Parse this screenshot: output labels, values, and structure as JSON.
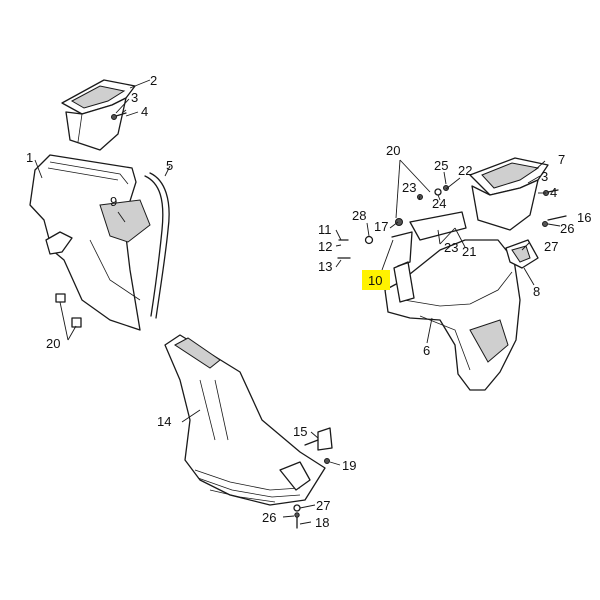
{
  "callouts": {
    "c1": "1",
    "c2": "2",
    "c3a": "3",
    "c3b": "3",
    "c4a": "4",
    "c4b": "4",
    "c5": "5",
    "c6": "6",
    "c7": "7",
    "c8": "8",
    "c9": "9",
    "c10": "10",
    "c11": "11",
    "c12": "12",
    "c13": "13",
    "c14": "14",
    "c15": "15",
    "c16": "16",
    "c17": "17",
    "c18": "18",
    "c19": "19",
    "c20a": "20",
    "c20b": "20",
    "c21": "21",
    "c22": "22",
    "c23a": "23",
    "c23b": "23",
    "c24": "24",
    "c25": "25",
    "c26a": "26",
    "c26b": "26",
    "c27a": "27",
    "c27b": "27",
    "c28": "28"
  },
  "highlight": {
    "color": "#fff200",
    "part": "10"
  }
}
